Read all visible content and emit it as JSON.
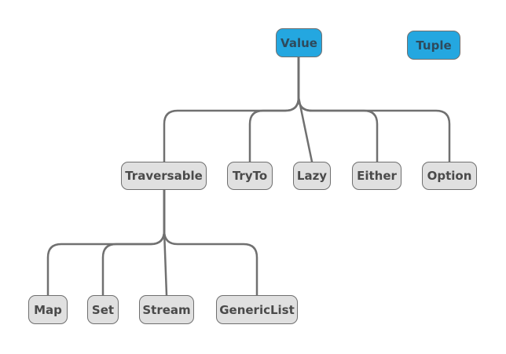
{
  "diagram": {
    "colors": {
      "primary_fill": "#24a7e0",
      "secondary_fill": "#e0e0e0",
      "edge": "#707070",
      "border": "#6f6f6f"
    },
    "nodes": {
      "value": "Value",
      "tuple": "Tuple",
      "traversable": "Traversable",
      "tryto": "TryTo",
      "lazy": "Lazy",
      "either": "Either",
      "option": "Option",
      "map": "Map",
      "set": "Set",
      "stream": "Stream",
      "genericlist": "GenericList"
    },
    "edges": [
      [
        "value",
        "traversable"
      ],
      [
        "value",
        "tryto"
      ],
      [
        "value",
        "lazy"
      ],
      [
        "value",
        "either"
      ],
      [
        "value",
        "option"
      ],
      [
        "traversable",
        "map"
      ],
      [
        "traversable",
        "set"
      ],
      [
        "traversable",
        "stream"
      ],
      [
        "traversable",
        "genericlist"
      ]
    ]
  }
}
